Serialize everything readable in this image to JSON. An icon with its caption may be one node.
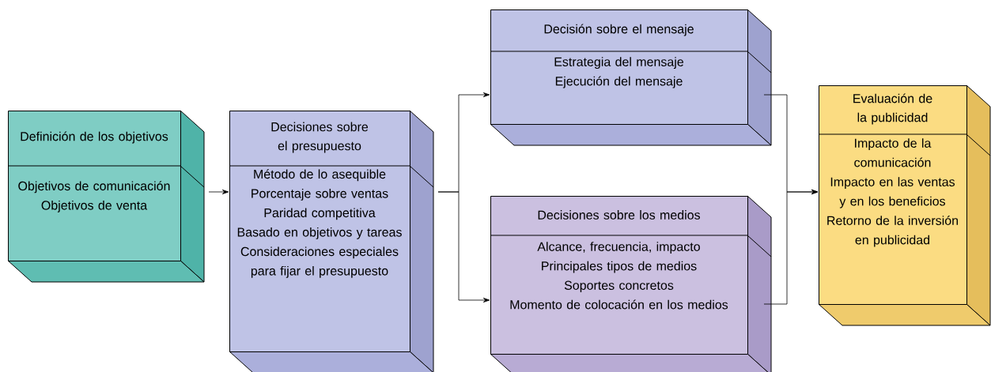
{
  "diagram": {
    "nodes": [
      {
        "text": [
          "Definición de los objetivos",
          "Objetivos de comunicación",
          "Objetivos de venta"
        ]
      },
      {
        "text": [
          "Decisiones sobre el presupuesto",
          "Método de lo asequible",
          "Porcentaje sobre ventas",
          "Paridad competitiva",
          "Basado en objetivos y tareas",
          "Consideraciones especiales para fijar el presupuesto"
        ]
      },
      {
        "text": [
          "Decisión sobre el mensaje",
          "Estrategia del mensaje",
          "Ejecución del mensaje"
        ]
      },
      {
        "text": [
          "Decisiones sobre los medios",
          "Alcance, frecuencia, impacto",
          "Principales tipos de medios",
          "Soportes concretos",
          "Momento de colocación en los medios"
        ]
      },
      {
        "text": [
          "Evaluación de la publicidad",
          "Impacto de la comunicación",
          "Impacto en las ventas y en los beneficios",
          "Retorno de la inversión en publicidad"
        ]
      }
    ],
    "edges": [
      {
        "from": 0,
        "to": 1,
        "arrow": "to"
      },
      {
        "from": 1,
        "to": 2,
        "arrow": "to"
      },
      {
        "from": 1,
        "to": 3,
        "arrow": "to"
      },
      {
        "from": 2,
        "to": 4,
        "arrow": "to"
      },
      {
        "from": 3,
        "to": 4,
        "arrow": "to"
      }
    ]
  }
}
